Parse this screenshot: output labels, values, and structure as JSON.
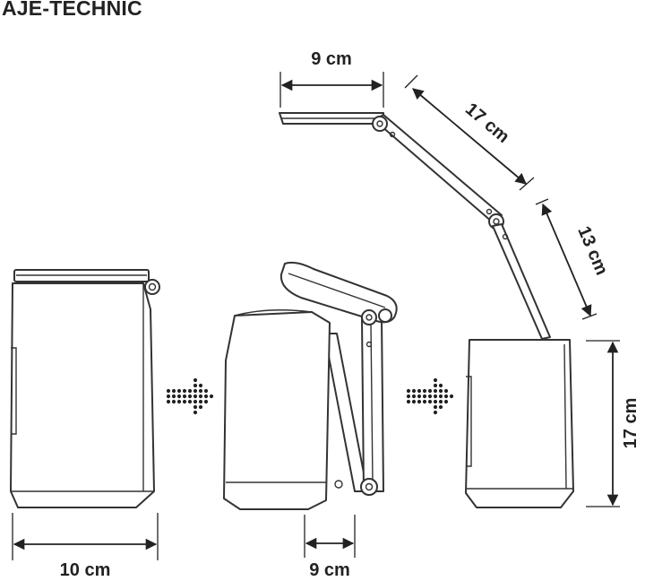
{
  "brand": {
    "name": "AJE-TECHNIC"
  },
  "dimensions": {
    "head_width": "9 cm",
    "upper_arm": "17 cm",
    "lower_arm": "13 cm",
    "base_height": "17 cm",
    "closed_width": "10 cm",
    "base_depth": "9 cm"
  },
  "icons": {
    "step_arrow": "dotted-arrow-icon"
  },
  "colors": {
    "line": "#333333",
    "text": "#222222",
    "background": "#ffffff"
  }
}
